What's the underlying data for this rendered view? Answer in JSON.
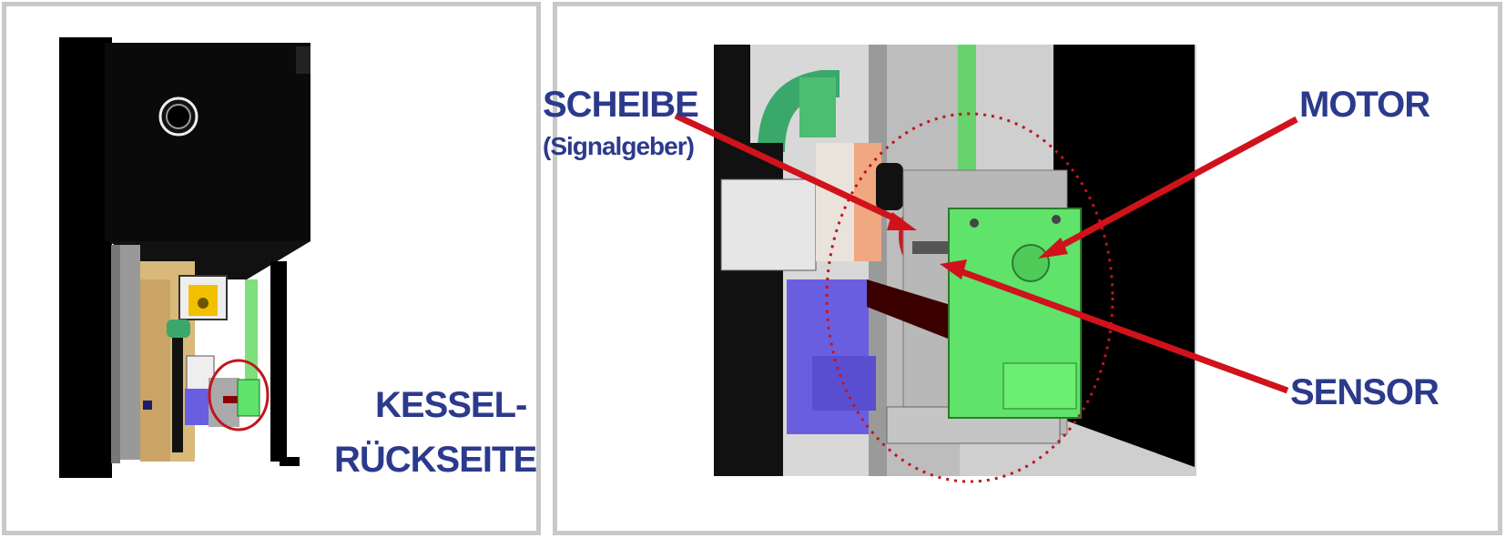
{
  "left_panel": {
    "caption_line1": "KESSEL-",
    "caption_line2": "RÜCKSEITE"
  },
  "right_panel": {
    "label_scheibe": "SCHEIBE",
    "label_signalgeber": "(Signalgeber)",
    "label_motor": "MOTOR",
    "label_sensor": "SENSOR"
  },
  "colors": {
    "label_text": "#2c3a8c",
    "arrow": "#d0121b",
    "highlight_circle": "#c0161e",
    "motor_green": "#5fe36a",
    "panel_border": "#c8c8c8"
  },
  "icons": [
    "boiler-rear-view",
    "motor-sensor-closeup",
    "arrow-icon"
  ]
}
